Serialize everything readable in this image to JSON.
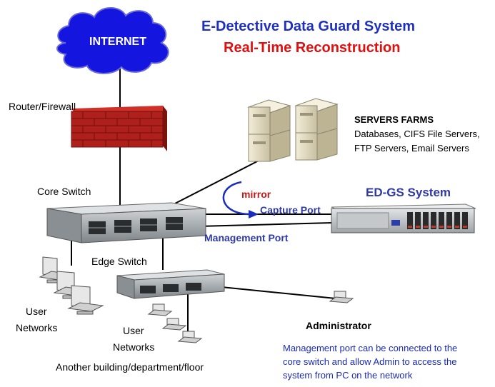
{
  "title": {
    "line1": "E-Detective Data Guard System",
    "line2": "Real-Time Reconstruction"
  },
  "labels": {
    "internet": "INTERNET",
    "router_firewall": "Router/Firewall",
    "core_switch": "Core Switch",
    "edge_switch": "Edge Switch",
    "user_networks_left": [
      "User",
      "Networks"
    ],
    "user_networks_mid": [
      "User",
      "Networks"
    ],
    "another_building": "Another building/department/floor",
    "servers_farms": "SERVERS FARMS",
    "servers_desc": [
      "Databases, CIFS File Servers,",
      "FTP Servers, Email Servers"
    ],
    "edgs_system": "ED-GS System",
    "mirror": "mirror",
    "capture_port": "Capture Port",
    "management_port": "Management Port",
    "administrator": "Administrator",
    "admin_note": [
      "Management port can be connected to the",
      "core switch and allow Admin to access the",
      "system from  PC on the network"
    ]
  },
  "colors": {
    "title_blue": "#1f2fbf",
    "title_red": "#e01010",
    "cloud_blue": "#1515e0",
    "firewall_red": "#b0201a",
    "label_blue": "#2d3aa8",
    "mirror_red": "#c01818",
    "note_blue": "#1a2bbf"
  },
  "icons": [
    "cloud-icon",
    "firewall-icon",
    "switch-icon",
    "server-icon",
    "rack-server-icon",
    "computer-icon"
  ]
}
